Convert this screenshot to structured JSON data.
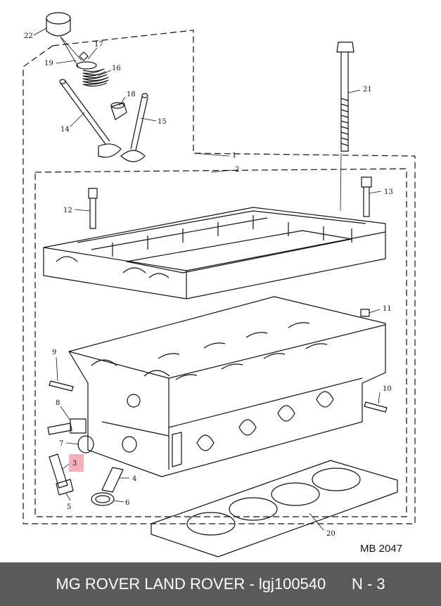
{
  "diagram": {
    "reference_code": "MB 2047",
    "highlight_color": "#f4a8b4",
    "callouts": {
      "c1": "1",
      "c2": "2",
      "c3": "3",
      "c4": "4",
      "c5": "5",
      "c6": "6",
      "c7": "7",
      "c8": "8",
      "c9": "9",
      "c10": "10",
      "c11": "11",
      "c12": "12",
      "c13": "13",
      "c14": "14",
      "c15": "15",
      "c16": "16",
      "c17": "17",
      "c18": "18",
      "c19": "19",
      "c20": "20",
      "c21": "21",
      "c22": "22"
    },
    "highlighted_callout": "3"
  },
  "caption": {
    "brand": "MG ROVER LAND ROVER",
    "separator": " - ",
    "part_number": "lgj100540",
    "position": "N - 3",
    "background": "#5a5a5a"
  }
}
